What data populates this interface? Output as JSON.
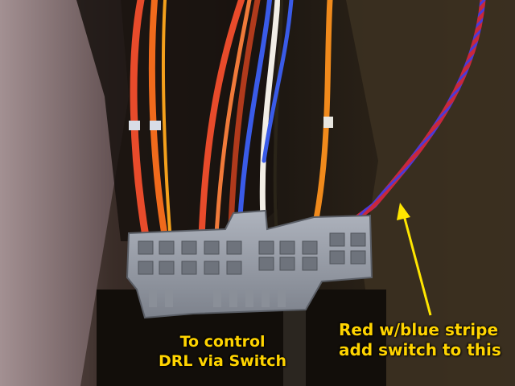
{
  "photo": {
    "subject": "wiring-harness-connector",
    "colors": {
      "background_dark": "#2a2118",
      "panel_left": "#8a7a7c",
      "connector": "#9aa0ab",
      "wire_red": "#e84b2b",
      "wire_orange": "#f08a1c",
      "wire_blue": "#3a5be8",
      "wire_white": "#f2eee6",
      "stripe_wire_red": "#c8283c",
      "stripe_wire_blue": "#4a3ad8",
      "caption_yellow": "#ffd400"
    }
  },
  "captions": {
    "left": {
      "line1": "To control",
      "line2": "DRL via Switch"
    },
    "right": {
      "line1": "Red w/blue stripe",
      "line2": "add switch to this"
    }
  },
  "annotation": {
    "arrow_color": "#ffe600",
    "arrow_icon": "arrow-up-icon"
  }
}
